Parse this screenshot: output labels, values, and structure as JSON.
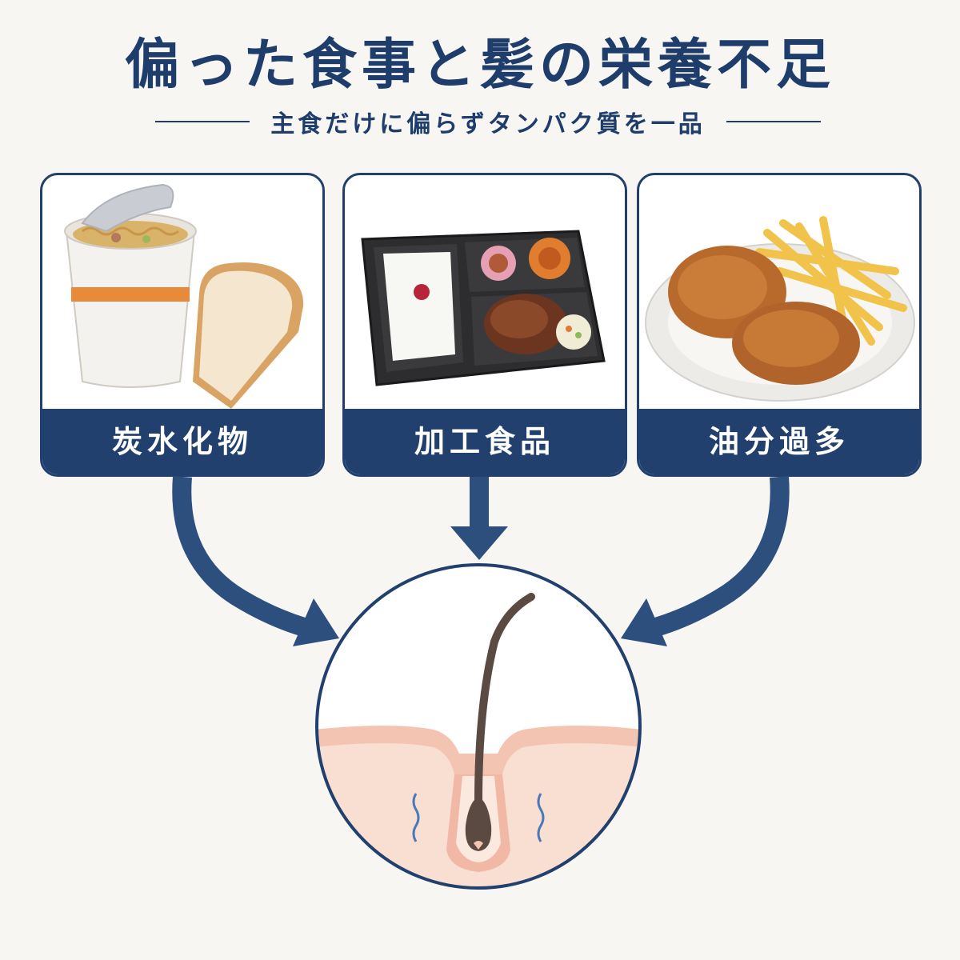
{
  "title": "偏った食事と髪の栄養不足",
  "subtitle": "主食だけに偏らずタンパク質を一品",
  "cards": [
    {
      "label": "炭水化物",
      "icon": "cup-noodle-and-bread-icon"
    },
    {
      "label": "加工食品",
      "icon": "bento-box-icon"
    },
    {
      "label": "油分過多",
      "icon": "fried-chicken-and-fries-icon"
    }
  ],
  "colors": {
    "navy": "#22406e",
    "background": "#f7f6f3",
    "skin": "#f6d9cb",
    "hair": "#5a4a42"
  }
}
